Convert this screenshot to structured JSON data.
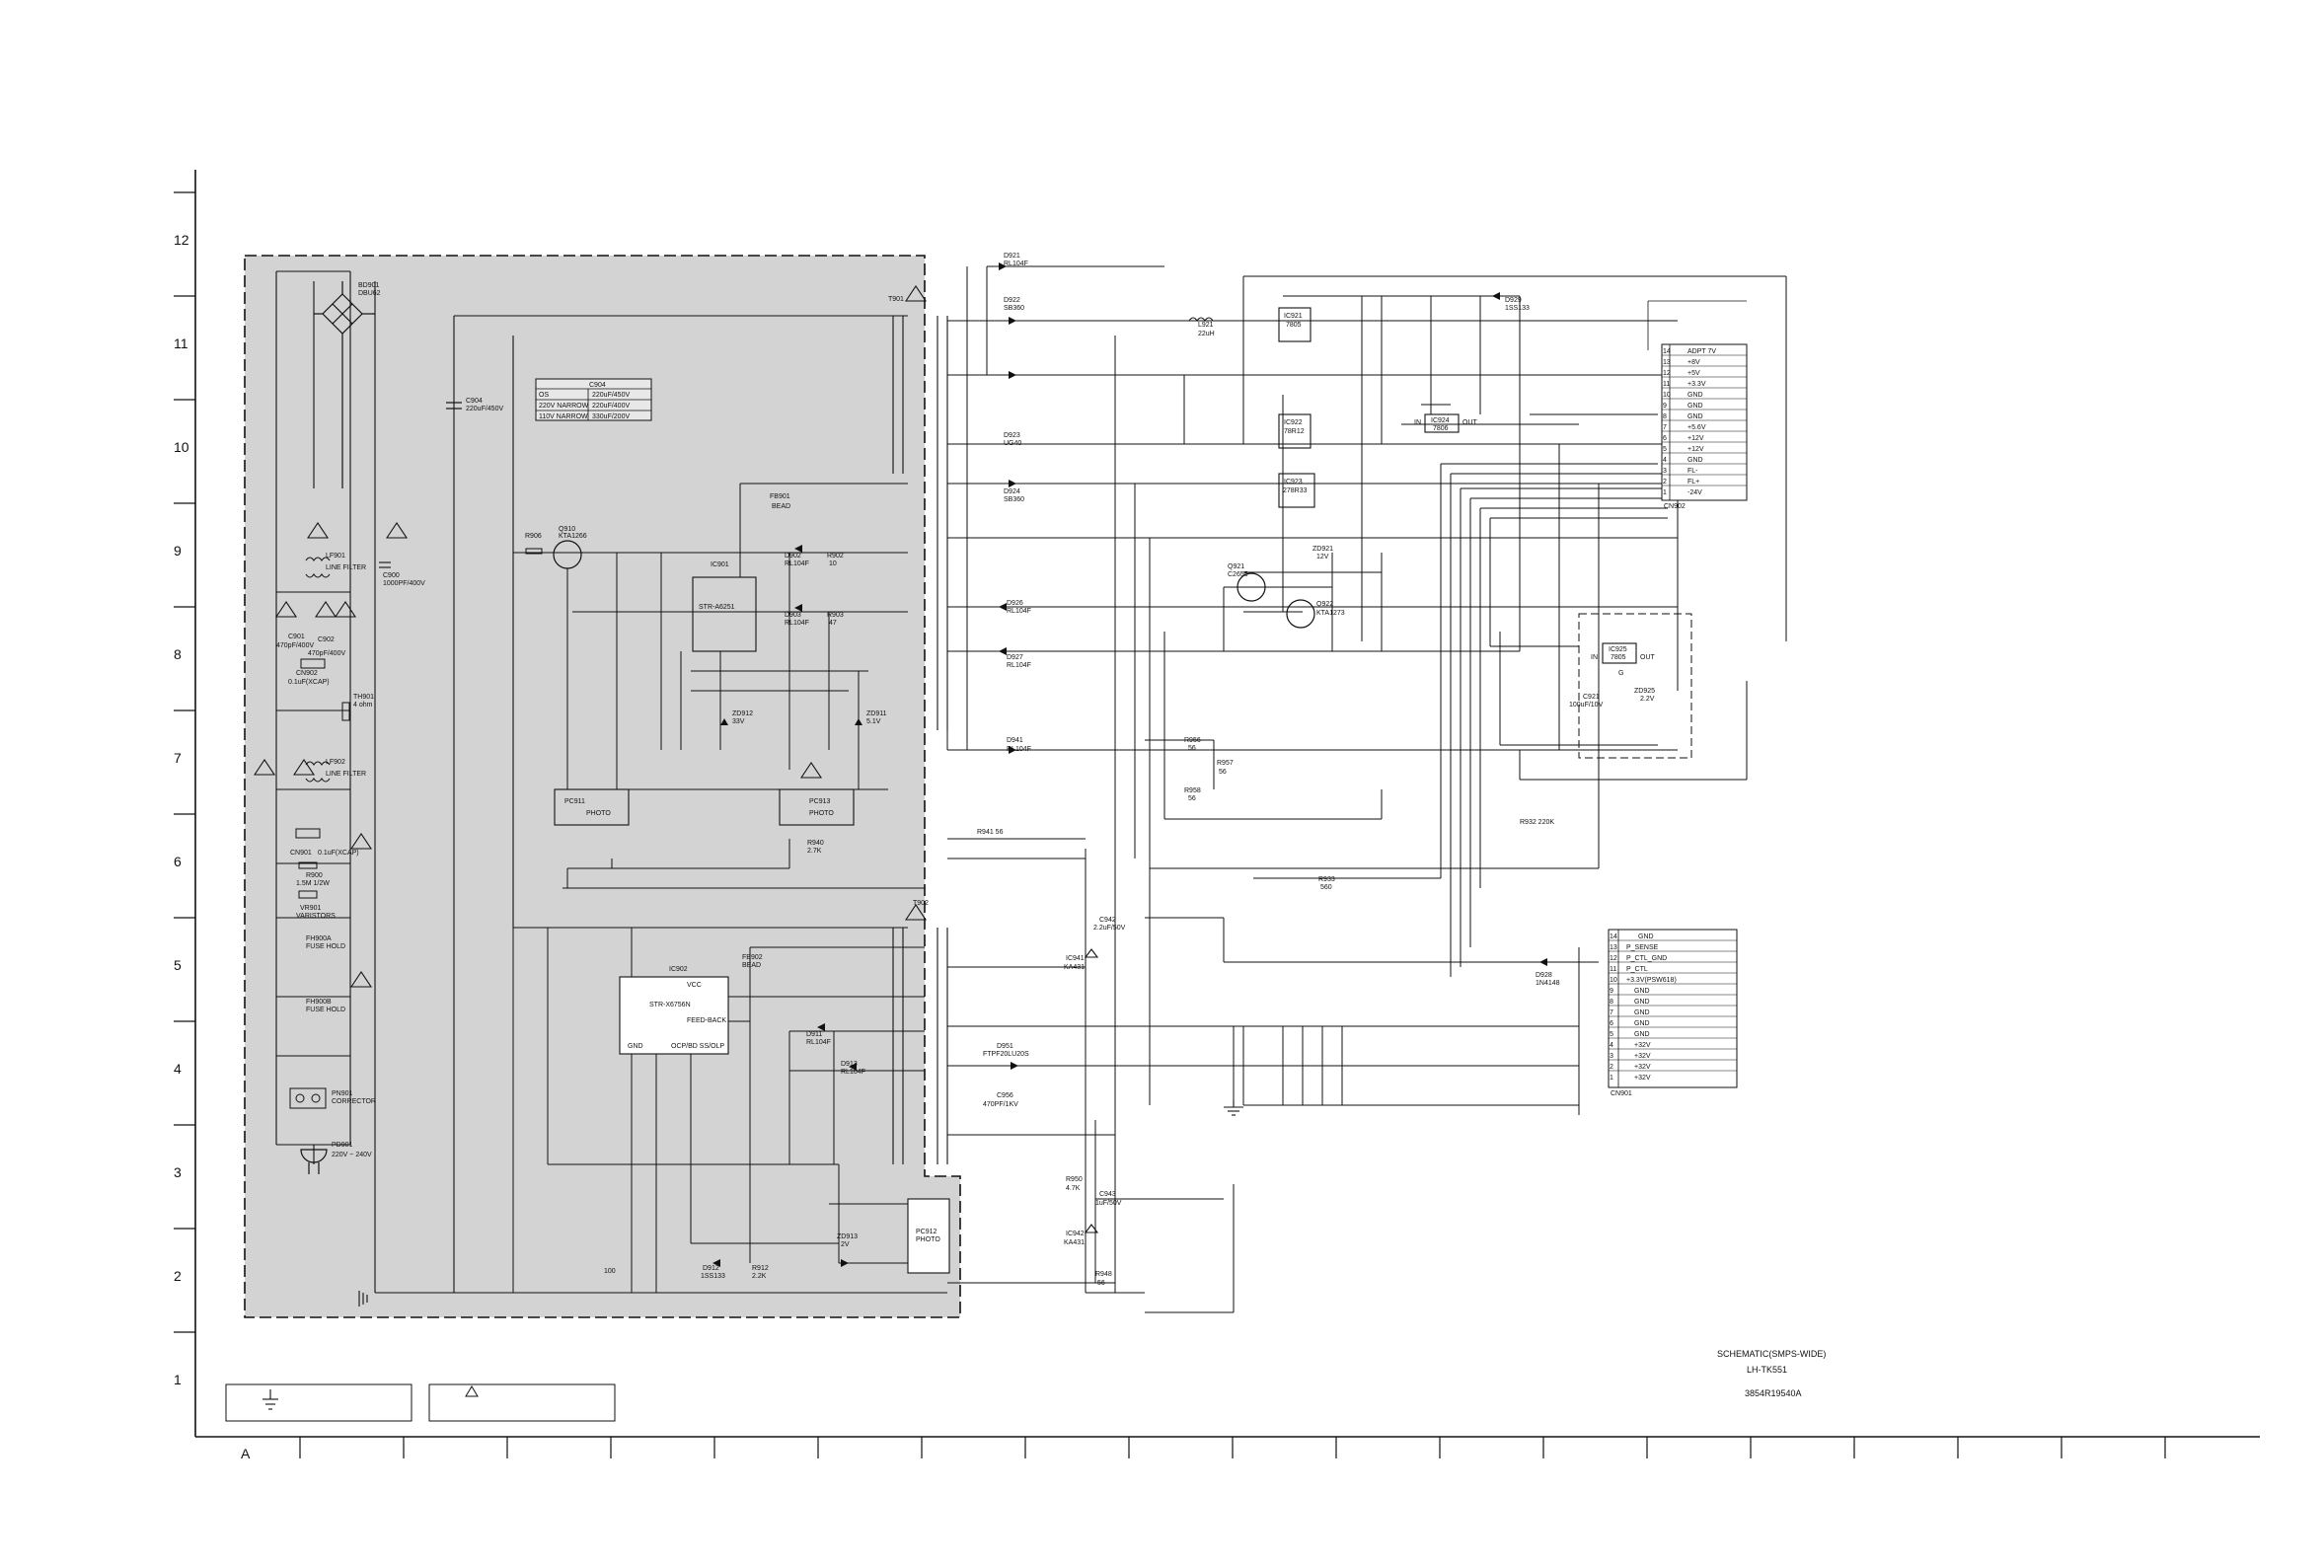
{
  "frame": {
    "row_labels": [
      "12",
      "11",
      "10",
      "9",
      "8",
      "7",
      "6",
      "5",
      "4",
      "3",
      "2",
      "1"
    ],
    "column_labels": [
      "A"
    ]
  },
  "title_block": {
    "title": "SCHEMATIC(SMPS-WIDE)",
    "model": "LH-TK551",
    "doc_number": "3854R19540A"
  },
  "legend": {
    "ground_box_symbol": "ground-symbol",
    "warning_box_symbol": "warning-triangle-symbol"
  },
  "connectors": {
    "cn902": {
      "name": "CN902",
      "pins": [
        {
          "num": "14",
          "sig": "ADPT 7V"
        },
        {
          "num": "13",
          "sig": "+8V"
        },
        {
          "num": "12",
          "sig": "+5V"
        },
        {
          "num": "11",
          "sig": "+3.3V"
        },
        {
          "num": "10",
          "sig": "GND"
        },
        {
          "num": "9",
          "sig": "GND"
        },
        {
          "num": "8",
          "sig": "GND"
        },
        {
          "num": "7",
          "sig": "+5.6V"
        },
        {
          "num": "6",
          "sig": "+12V"
        },
        {
          "num": "5",
          "sig": "+12V"
        },
        {
          "num": "4",
          "sig": "GND"
        },
        {
          "num": "3",
          "sig": "FL-"
        },
        {
          "num": "2",
          "sig": "FL+"
        },
        {
          "num": "1",
          "sig": "-24V"
        }
      ]
    },
    "cn901": {
      "name": "CN901",
      "pins": [
        {
          "num": "14",
          "sig": "GND"
        },
        {
          "num": "13",
          "sig": "P_SENSE"
        },
        {
          "num": "12",
          "sig": "P_CTL_GND"
        },
        {
          "num": "11",
          "sig": "P_CTL"
        },
        {
          "num": "10",
          "sig": "+3.3V(PSW618)"
        },
        {
          "num": "9",
          "sig": "GND"
        },
        {
          "num": "8",
          "sig": "GND"
        },
        {
          "num": "7",
          "sig": "GND"
        },
        {
          "num": "6",
          "sig": "GND"
        },
        {
          "num": "5",
          "sig": "GND"
        },
        {
          "num": "4",
          "sig": "+32V"
        },
        {
          "num": "3",
          "sig": "+32V"
        },
        {
          "num": "2",
          "sig": "+32V"
        },
        {
          "num": "1",
          "sig": "+32V"
        }
      ]
    }
  },
  "c904_table": {
    "header": "C904",
    "rows": [
      {
        "region": "OS",
        "value": "220uF/450V"
      },
      {
        "region": "220V NARROW",
        "value": "220uF/400V"
      },
      {
        "region": "110V NARROW",
        "value": "330uF/200V"
      }
    ]
  },
  "components": {
    "bd901": "BD901",
    "bd901_v": "DBU62",
    "c904": "C904",
    "c904_v": "220uF/450V",
    "lf901": "LF901",
    "lf901_v": "LINE FILTER",
    "lf902": "LF902",
    "lf902_v": "LINE FILTER",
    "c900": "C900",
    "c900_v": "1000PF/400V",
    "c901": "C901",
    "c901_v": "470pF/400V",
    "c902": "C902",
    "c902_v": "470pF/400V",
    "cn902b": "CN902",
    "cn902b_v": "0.1uF(XCAP)",
    "th901": "TH901",
    "th901_v": "4 ohm",
    "cn901b": "CN901",
    "cn901b_v": "0.1uF(XCAP)",
    "r900": "R900",
    "r900_v": "1.5M 1/2W",
    "vr901": "VR901",
    "vr901_v": "VARISTORS",
    "fh900a": "FH900A",
    "fh900a_v": "FUSE HOLD",
    "fh900b": "FH900B",
    "fh900b_v": "FUSE HOLD",
    "pn901": "PN901",
    "pn901_v": "CORRECTOR",
    "pd901": "PD901",
    "pd901_v": "220V ~ 240V",
    "r906": "R906",
    "q910": "Q910",
    "q910_v": "KTA1266",
    "ic901": "IC901",
    "ic901_v": "STR-A6251",
    "fb901": "FB901",
    "fb901_v": "BEAD",
    "d902": "D902",
    "d902_v": "RL104F",
    "r902": "R902",
    "r902_v": "10",
    "d903": "D903",
    "d903_v": "RL104F",
    "r903": "R903",
    "r903_v": "47",
    "zd912": "ZD912",
    "zd912_v": "33V",
    "zd911": "ZD911",
    "zd911_v": "5.1V",
    "pc911": "PC911",
    "pc911_v": "PHOTO",
    "pc913": "PC913",
    "pc913_v": "PHOTO",
    "r940": "R940",
    "r940_v": "2.7K",
    "r941": "R941 56",
    "r933": "R933",
    "r933_v": "560",
    "t901": "T901",
    "ic902": "IC902",
    "ic902_v": "STR-X6756N",
    "vcc": "VCC",
    "feedback": "FEED-BACK",
    "gnd": "GND",
    "ocp": "OCP/BD SS/OLP",
    "fb902": "FB902",
    "fb902_v": "BEAD",
    "d911": "D911",
    "d911_v": "RL104F",
    "d913": "D913",
    "d913_v": "RL104F",
    "zd913": "ZD913",
    "zd913_v": "2V",
    "d912": "D912",
    "d912_v": "1SS133",
    "r912": "R912",
    "r912_v": "2.2K",
    "r910": "100",
    "pc912": "PC912",
    "pc912_v": "PHOTO",
    "t902": "T902",
    "d921": "D921",
    "d921_v": "RL104F",
    "d922": "D922",
    "d922_v": "SB360",
    "d923": "D923",
    "d923_v": "UG40",
    "d924": "D924",
    "d924_v": "SB360",
    "d926": "D926",
    "d926_v": "RL104F",
    "d927": "D927",
    "d927_v": "RL104F",
    "d941": "D941",
    "d941_v": "RL104F",
    "l921": "L921",
    "l921_v": "22uH",
    "ic921": "IC921",
    "ic921_v": "7805",
    "ic922": "IC922",
    "ic922_v": "78R12",
    "ic923": "IC923",
    "ic923_v": "278R33",
    "ic924": "IC924",
    "ic924_v": "7806",
    "ic925": "IC925",
    "ic925_v": "7805",
    "d929": "D929",
    "d929_v": "1SS133",
    "q921": "Q921",
    "q921_v": "C2655",
    "q922": "Q922",
    "q922_v": "KTA1273",
    "zd921": "ZD921",
    "zd921_v": "12V",
    "zd925": "ZD925",
    "zd925_v": "2.2V",
    "c921": "C921",
    "c921_v": "100uF/10V",
    "r956": "R956",
    "r956_v": "56",
    "r957": "R957",
    "r957_v": "56",
    "r958": "R958",
    "r958_v": "56",
    "r932": "R932 220K",
    "d928": "D928",
    "d928_v": "1N4148",
    "ic941": "IC941",
    "ic941_v": "KA431",
    "ic942": "IC942",
    "ic942_v": "KA431",
    "c942": "C942",
    "c942_v": "2.2uF/50V",
    "c943": "C943",
    "c943_v": "1uF/50V",
    "d951": "D951",
    "d951_v": "FTPF20LU20S",
    "c956": "C956",
    "c956_v": "470PF/1KV",
    "r950": "R950",
    "r950_v": "4.7K",
    "r948": "R948",
    "r948_v": "56",
    "in": "IN",
    "out": "OUT",
    "pin_g": "G"
  }
}
